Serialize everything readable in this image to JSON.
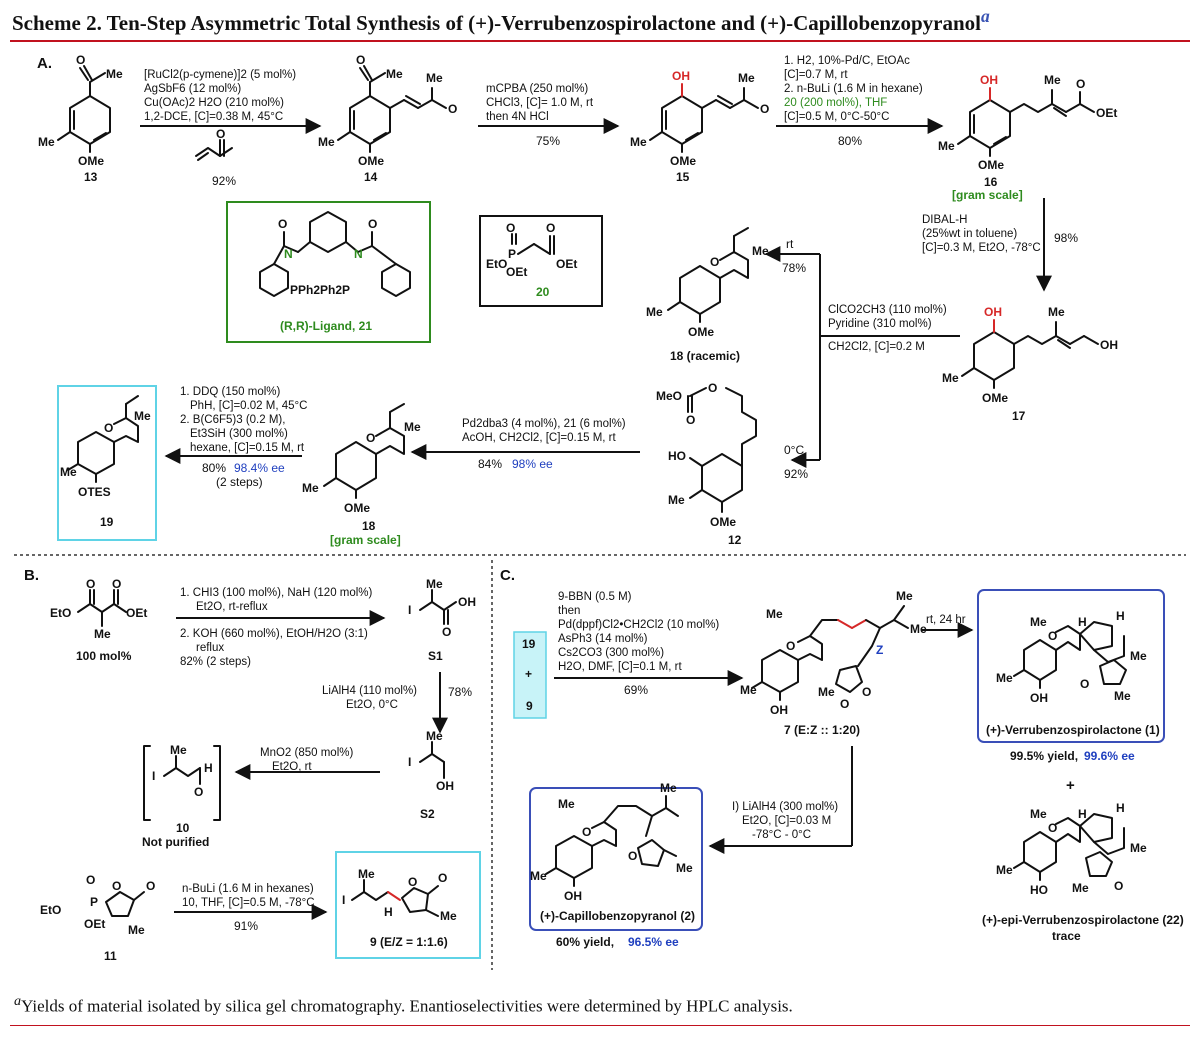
{
  "title": {
    "main": "Scheme 2. Ten-Step Asymmetric Total Synthesis of (+)-Verrubenzospirolactone and (+)-Capillobenzopyranol",
    "footnote_marker": "a"
  },
  "colors": {
    "rule": "#c1121f",
    "ee_blue": "#1f3fbf",
    "green": "#2e8b1e",
    "cyan_box": "#5fd3e6",
    "blue_box": "#3a4fb8",
    "red_bond": "#d62828"
  },
  "sections": {
    "a": "A.",
    "b": "B.",
    "c": "C."
  },
  "compounds": {
    "c13": "13",
    "c14": "14",
    "c15": "15",
    "c16": "16",
    "c16_note": "[gram scale]",
    "c17": "17",
    "c18rac": "18 (racemic)",
    "c20": "20",
    "ligand": "(R,R)-Ligand, 21",
    "c12": "12",
    "c18": "18",
    "c18_note": "[gram scale]",
    "c19": "19",
    "malonate_amt": "100 mol%",
    "s1": "S1",
    "s2": "S2",
    "c10": "10",
    "c10_note": "Not purified",
    "c11": "11",
    "c9": "9 (E/Z = 1:1.6)",
    "c7": "7 (E:Z :: 1:20)",
    "p1": "(+)-Verrubenzospirolactone (1)",
    "p1_yield": "99.5% yield,",
    "p1_ee": "99.6% ee",
    "plus": "+",
    "p22": "(+)-epi-Verrubenzospirolactone (22)",
    "p22_note": "trace",
    "p2": "(+)-Capillobenzopyranol (2)",
    "p2_yield": "60% yield,",
    "p2_ee": "96.5% ee",
    "start_19": "19",
    "start_plus": "+",
    "start_9": "9"
  },
  "steps": {
    "s13_14": {
      "lines": [
        "[RuCl2(p-cymene)]2 (5 mol%)",
        "AgSbF6 (12 mol%)",
        "Cu(OAc)2 H2O (210 mol%)",
        "1,2-DCE, [C]=0.38 M, 45°C"
      ],
      "yield": "92%"
    },
    "s14_15": {
      "lines": [
        "mCPBA (250 mol%)",
        "CHCl3, [C]= 1.0 M,  rt",
        "then 4N HCl"
      ],
      "yield": "75%"
    },
    "s15_16": {
      "lines": [
        "1. H2, 10%-Pd/C, EtOAc",
        "[C]=0.7 M, rt",
        "2. n-BuLi (1.6 M in hexane)",
        "20 (200 mol%), THF",
        "[C]=0.5 M, 0°C-50°C"
      ],
      "yield": "80%"
    },
    "s16_17": {
      "lines": [
        "DIBAL-H",
        "(25%wt in toluene)",
        "[C]=0.3 M, Et2O, -78°C"
      ],
      "yield": "98%"
    },
    "s17_12": {
      "lines": [
        "ClCO2CH3 (110 mol%)",
        "Pyridine (310 mol%)",
        "CH2Cl2, [C]=0.2 M"
      ],
      "rt": "rt",
      "rt_yield": "78%",
      "cold": "0°C",
      "cold_yield": "92%"
    },
    "s12_18": {
      "lines": [
        "Pd2dba3 (4 mol%), 21 (6 mol%)",
        "AcOH, CH2Cl2, [C]=0.15 M, rt"
      ],
      "yield": "84%",
      "ee": "98% ee"
    },
    "s18_19": {
      "lines": [
        "1. DDQ (150 mol%)",
        "PhH, [C]=0.02 M, 45°C",
        "2. B(C6F5)3 (0.2 M),",
        "Et3SiH (300 mol%)",
        "hexane, [C]=0.15 M, rt"
      ],
      "yield": "80%",
      "ee": "98.4% ee",
      "note": "(2 steps)"
    },
    "sB1": {
      "lines": [
        "1. CHI3 (100 mol%), NaH (120 mol%)",
        "Et2O, rt-reflux",
        "2. KOH (660 mol%), EtOH/H2O (3:1)",
        "reflux",
        "82% (2 steps)"
      ]
    },
    "sB2": {
      "lines": [
        "LiAlH4 (110 mol%)",
        "Et2O, 0°C"
      ],
      "yield": "78%"
    },
    "sB3": {
      "lines": [
        "MnO2 (850 mol%)",
        "Et2O, rt"
      ]
    },
    "sB4": {
      "lines": [
        "n-BuLi (1.6 M in hexanes)",
        "10, THF, [C]=0.5 M, -78°C"
      ],
      "yield": "91%"
    },
    "sC1": {
      "lines": [
        "9-BBN (0.5 M)",
        "then",
        "Pd(dppf)Cl2•CH2Cl2 (10 mol%)",
        "AsPh3 (14 mol%)",
        "Cs2CO3 (300 mol%)",
        "H2O, DMF, [C]=0.1 M, rt"
      ],
      "yield": "69%"
    },
    "sC2": {
      "lines": [
        "rt, 24 hr"
      ]
    },
    "sC3": {
      "lines": [
        "I) LiAlH4 (300 mol%)",
        "Et2O, [C]=0.03 M",
        "-78°C - 0°C"
      ]
    }
  },
  "atoms": {
    "me": "Me",
    "ome": "OMe",
    "oh": "OH",
    "o": "O",
    "oet": "OEt",
    "eto": "EtO",
    "p": "P",
    "i": "I",
    "h": "H",
    "otes": "OTES",
    "meo": "MeO",
    "ho": "HO",
    "z": "Z",
    "nh": "N",
    "h_small": "H",
    "pph": "PPh2Ph2P"
  },
  "footnote": "Yields of material isolated by silica gel chromatography. Enantioselectivities were determined by HPLC analysis."
}
